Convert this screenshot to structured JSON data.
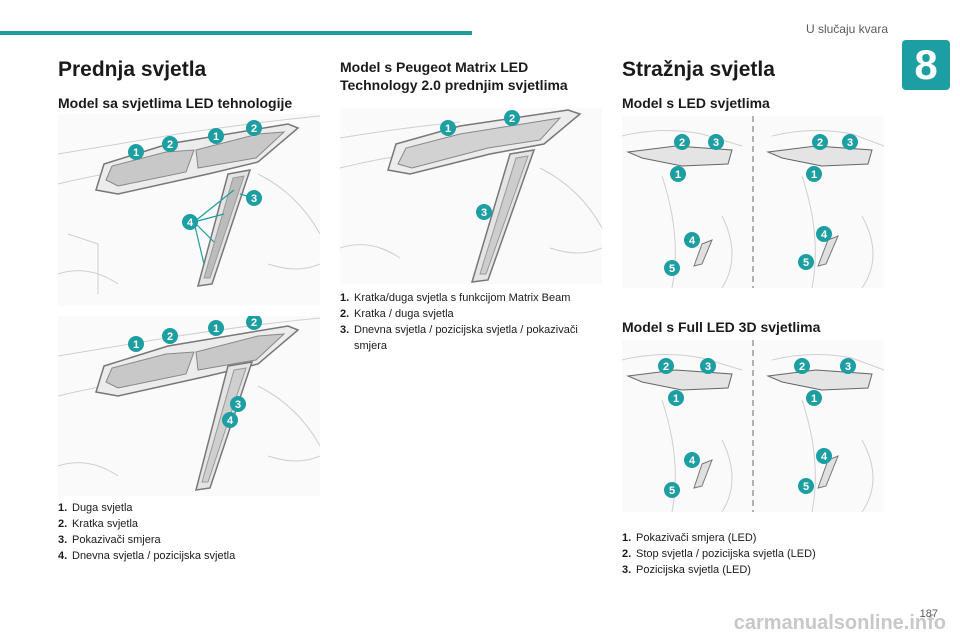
{
  "header": {
    "chapter_title": "U slučaju kvara",
    "chapter_number": "8"
  },
  "col1": {
    "title": "Prednja svjetla",
    "subtitle": "Model sa svjetlima LED tehnologije",
    "legend": [
      {
        "num": "1.",
        "text": "Duga svjetla"
      },
      {
        "num": "2.",
        "text": "Kratka svjetla"
      },
      {
        "num": "3.",
        "text": "Pokazivači smjera"
      },
      {
        "num": "4.",
        "text": "Dnevna svjetla / pozicijska svjetla"
      }
    ]
  },
  "col2": {
    "subtitle_line1": "Model s Peugeot Matrix LED",
    "subtitle_line2": "Technology 2.0 prednjim svjetlima",
    "legend": [
      {
        "num": "1.",
        "text": "Kratka/duga svjetla s funkcijom Matrix Beam"
      },
      {
        "num": "2.",
        "text": "Kratka / duga svjetla"
      },
      {
        "num": "3.",
        "text": "Dnevna svjetla / pozicijska svjetla / pokazivači smjera"
      }
    ]
  },
  "col3": {
    "title": "Stražnja svjetla",
    "subtitle_a": "Model s LED svjetlima",
    "subtitle_b": "Model s Full LED 3D svjetlima",
    "legend": [
      {
        "num": "1.",
        "text": "Pokazivači smjera (LED)"
      },
      {
        "num": "2.",
        "text": "Stop svjetla / pozicijska svjetla (LED)"
      },
      {
        "num": "3.",
        "text": "Pozicijska svjetla (LED)"
      }
    ]
  },
  "callouts": [
    "1",
    "2",
    "3",
    "4",
    "5"
  ],
  "footer": {
    "page_number": "187",
    "watermark": "carmanualsonline.info"
  },
  "colors": {
    "accent": "#1d9ea2"
  }
}
